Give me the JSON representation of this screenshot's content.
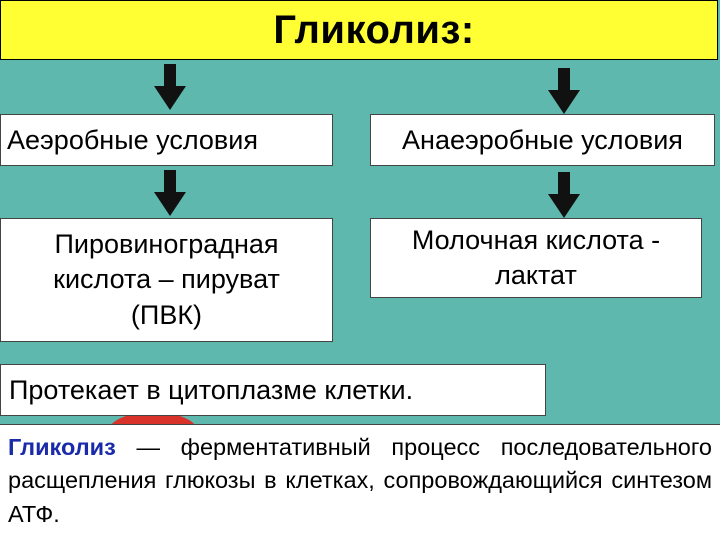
{
  "title": "Гликолиз:",
  "left_branch": {
    "condition": "Аеэробные условия",
    "product_lines": [
      "Пировиноградная",
      "кислота – пируват",
      "(ПВК)"
    ]
  },
  "right_branch": {
    "condition": "Анаеэробные условия",
    "product_lines": [
      "Молочная кислота -",
      "лактат"
    ]
  },
  "location_note": "Протекает в цитоплазме клетки.",
  "definition": {
    "term": "Гликолиз",
    "text": " — ферментативный процесс последовательного расщепления глюкозы в клетках, сопровождающийся синтезом АТФ."
  },
  "colors": {
    "background": "#5fb8ad",
    "title_bg": "#ffff33",
    "term": "#1a2aa8"
  }
}
